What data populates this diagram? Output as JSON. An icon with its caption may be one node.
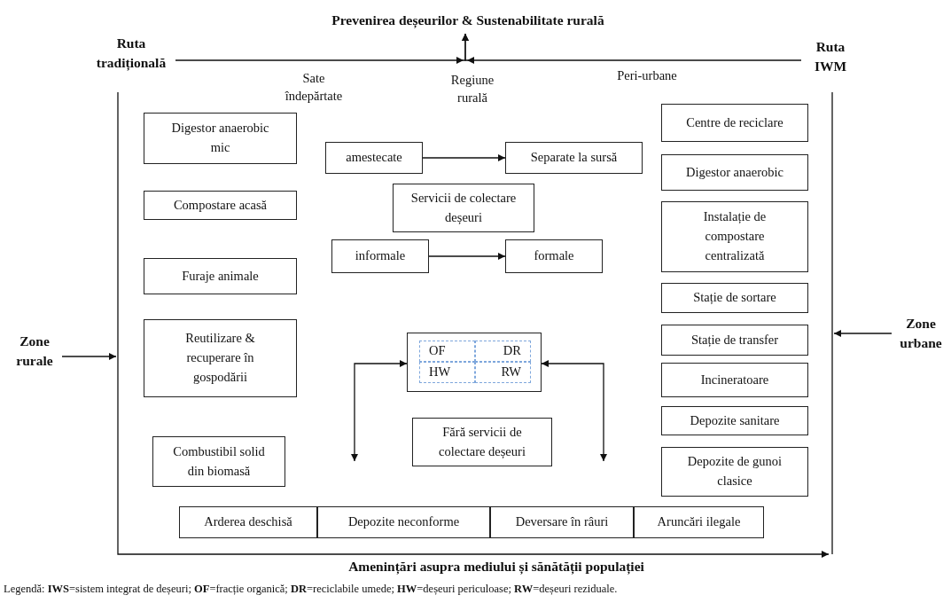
{
  "diagram": {
    "caption": "Legendă: **IWS**=sistem integrat de deșeuri; **OF**=fracție organică; **DR**=reciclabile umede; **HW**=deșeuri periculoase; **RW**=deșeuri reziduale.",
    "nodes": [
      {
        "text": [
          "Prevenirea deșeurilor & Sustenabilitate rurală"
        ]
      },
      {
        "text": [
          "Ruta tradițională"
        ]
      },
      {
        "text": [
          "Ruta IWM"
        ]
      },
      {
        "text": [
          "Zone rurale"
        ]
      },
      {
        "text": [
          "Zone urbane"
        ]
      },
      {
        "text": [
          "Digestor anaerobic mic"
        ]
      },
      {
        "text": [
          "Compostare acasă"
        ]
      },
      {
        "text": [
          "Furaje animale"
        ]
      },
      {
        "text": [
          "Reutilizare & recuperare în gospodării"
        ]
      },
      {
        "text": [
          "Combustibil solid din biomasă"
        ]
      },
      {
        "text": [
          "amestecate"
        ]
      },
      {
        "text": [
          "Separate la sursă"
        ]
      },
      {
        "text": [
          "Servicii de colectare deșeuri"
        ]
      },
      {
        "text": [
          "informale"
        ]
      },
      {
        "text": [
          "formale"
        ]
      },
      {
        "text": [],
        "shape": "box"
      },
      {
        "text": [
          "OF"
        ],
        "in": 15
      },
      {
        "text": [
          "DR"
        ],
        "in": 15
      },
      {
        "text": [
          "HW"
        ],
        "in": 15
      },
      {
        "text": [
          "RW"
        ],
        "in": 15
      },
      {
        "text": [
          "Fără servicii de colectare deșeuri"
        ]
      },
      {
        "text": [
          "Centre de reciclare"
        ]
      },
      {
        "text": [
          "Digestor anaerobic"
        ]
      },
      {
        "text": [
          "Instalație de compostare centralizată"
        ]
      },
      {
        "text": [
          "Stație de sortare"
        ]
      },
      {
        "text": [
          "Stație de transfer"
        ]
      },
      {
        "text": [
          "Incineratoare"
        ]
      },
      {
        "text": [
          "Depozite sanitare"
        ]
      },
      {
        "text": [
          "Depozite de gunoi clasice"
        ]
      },
      {
        "text": [
          "Arderea deschisă"
        ]
      },
      {
        "text": [
          "Depozite neconforme"
        ]
      },
      {
        "text": [
          "Deversare în râuri"
        ]
      },
      {
        "text": [
          "Aruncări ilegale"
        ]
      }
    ],
    "edges": [
      {
        "from": 1,
        "to": 0,
        "arrow": "to"
      },
      {
        "from": 2,
        "to": 0,
        "arrow": "to"
      },
      {
        "from": 3,
        "to": null,
        "arrow": "to"
      },
      {
        "from": 4,
        "to": null,
        "arrow": "to"
      },
      {
        "from": 10,
        "to": 11,
        "arrow": "to"
      },
      {
        "from": 13,
        "to": 14,
        "arrow": "to"
      },
      {
        "from": 15,
        "to": null,
        "arrow": "both"
      },
      {
        "from": 15,
        "to": null,
        "arrow": "both"
      }
    ],
    "labels": [
      "Sate îndepărtate",
      "Regiune rurală",
      "Peri-urbane",
      "Amenințări asupra mediului și sănătății populației"
    ]
  }
}
